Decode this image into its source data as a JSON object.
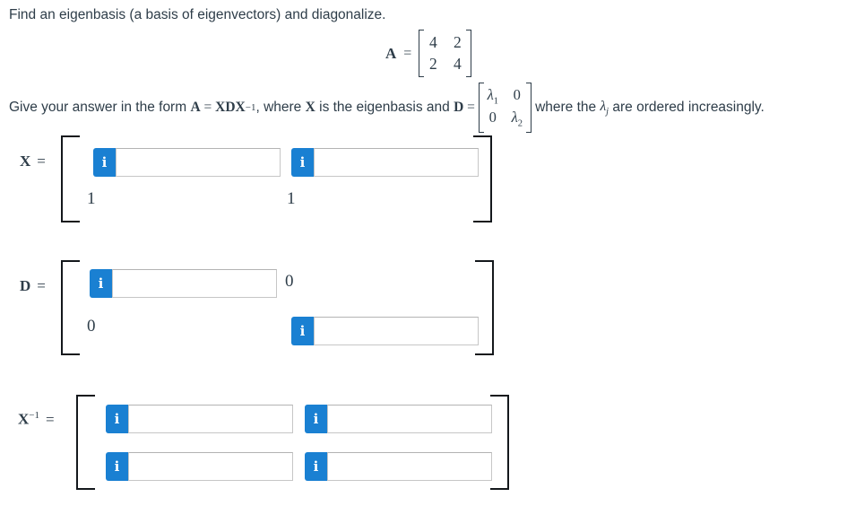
{
  "title": "Find an eigenbasis (a basis of eigenvectors) and diagonalize.",
  "matrix_A": {
    "symbol": "A",
    "equals": "=",
    "r1c1": "4",
    "r1c2": "2",
    "r2c1": "2",
    "r2c2": "4"
  },
  "instruction": {
    "lead": "Give your answer in the form ",
    "A": "A",
    "eq1": " = ",
    "XDX": "XDX",
    "exp": "−1",
    "comma_where": ", where ",
    "X": "X",
    "mid": " is the eigenbasis and ",
    "D": "D",
    "eq2": " = ",
    "dmat": {
      "lam": "λ",
      "sub1": "1",
      "zero_tr": "0",
      "zero_bl": "0",
      "sub2": "2"
    },
    "tail_pre": " where the ",
    "lam": "λ",
    "lam_sub": "j",
    "tail_post": " are ordered increasingly."
  },
  "answers": {
    "X": {
      "label": "X",
      "equals": "=",
      "inputs": {
        "r1c1": "",
        "r1c2": ""
      },
      "static": {
        "r2c1": "1",
        "r2c2": "1"
      }
    },
    "D": {
      "label": "D",
      "equals": "=",
      "inputs": {
        "r1c1": "",
        "r2c2": ""
      },
      "static": {
        "r1c2": "0",
        "r2c1": "0"
      }
    },
    "Xinv": {
      "label": "X",
      "exponent": "−1",
      "equals": "=",
      "inputs": {
        "r1c1": "",
        "r1c2": "",
        "r2c1": "",
        "r2c2": ""
      }
    }
  },
  "info_button_label": "i",
  "colors": {
    "accent_blue": "#1a80d2",
    "text": "#2e3d49",
    "bracket": "#14181c"
  }
}
